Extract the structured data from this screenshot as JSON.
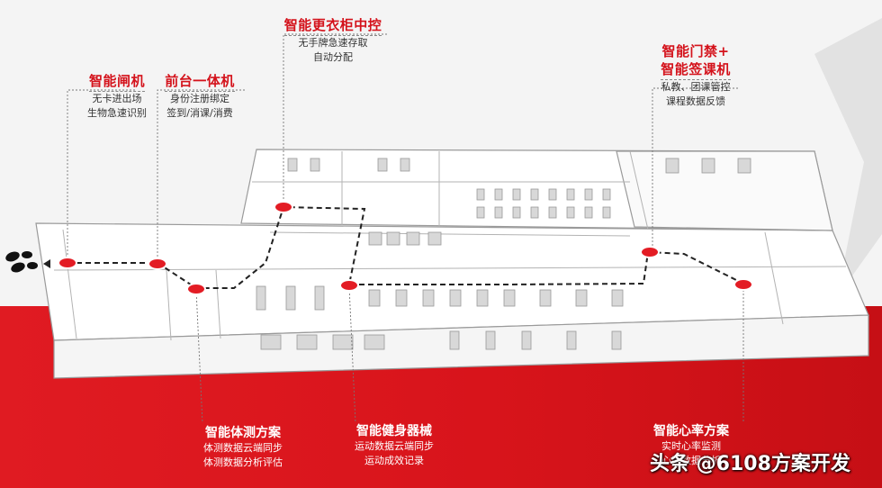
{
  "features": {
    "gate": {
      "title": "智能闸机",
      "lines": [
        "无卡进出场",
        "生物急速识别"
      ]
    },
    "reception": {
      "title": "前台一体机",
      "lines": [
        "身份注册绑定",
        "签到/消课/消费"
      ]
    },
    "locker": {
      "title": "智能更衣柜中控",
      "lines": [
        "无手牌急速存取",
        "自动分配"
      ]
    },
    "access": {
      "title_line1": "智能门禁+",
      "title_line2": "智能签课机",
      "lines": [
        "私教、团课管控",
        "课程数据反馈"
      ]
    },
    "body_test": {
      "title": "智能体测方案",
      "lines": [
        "体测数据云端同步",
        "体测数据分析评估"
      ]
    },
    "equipment": {
      "title": "智能健身器械",
      "lines": [
        "运动数据云端同步",
        "运动成效记录"
      ]
    },
    "heart_rate": {
      "title": "智能心率方案",
      "lines": [
        "实时心率监测",
        "心率数据分析"
      ]
    }
  },
  "watermark": "头条 @6108方案开发",
  "colors": {
    "accent_red": "#e01b22",
    "marker_red": "#e31c24",
    "path_dark": "#222222"
  }
}
